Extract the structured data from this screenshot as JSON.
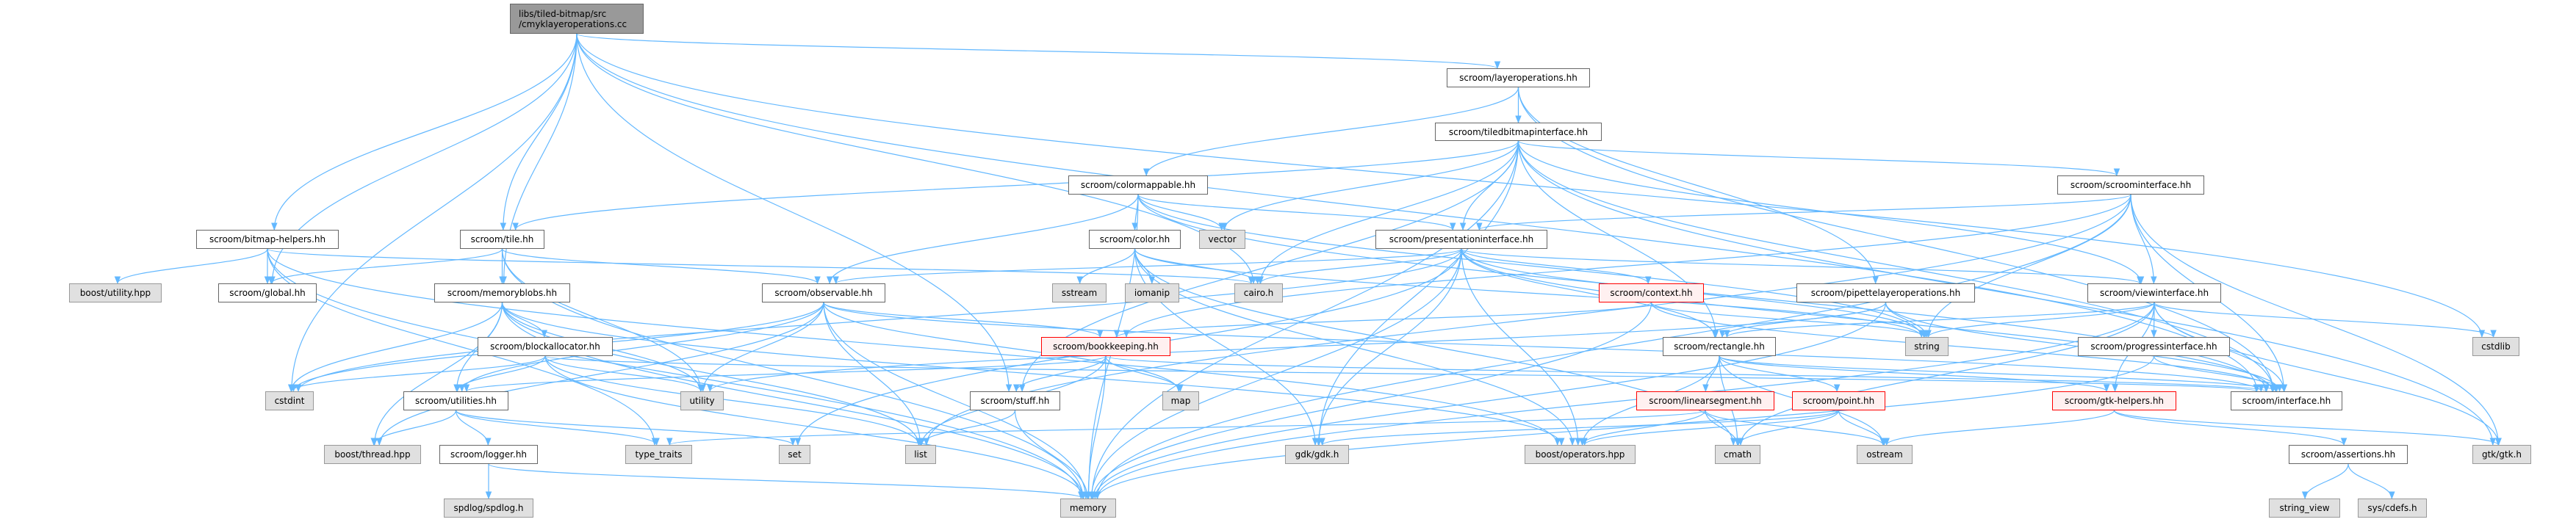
{
  "graph": {
    "edge_color": "#63b8ff",
    "nodes": [
      {
        "id": "root",
        "label": "libs/tiled-bitmap/src\n/cmyklayeroperations.cc",
        "kind": "root"
      },
      {
        "id": "bitmap_helpers",
        "label": "scroom/bitmap-helpers.hh",
        "kind": "normal"
      },
      {
        "id": "tile",
        "label": "scroom/tile.hh",
        "kind": "normal"
      },
      {
        "id": "boost_utility",
        "label": "boost/utility.hpp",
        "kind": "sys"
      },
      {
        "id": "global",
        "label": "scroom/global.hh",
        "kind": "normal"
      },
      {
        "id": "memoryblobs",
        "label": "scroom/memoryblobs.hh",
        "kind": "normal"
      },
      {
        "id": "observable",
        "label": "scroom/observable.hh",
        "kind": "normal"
      },
      {
        "id": "blockallocator",
        "label": "scroom/blockallocator.hh",
        "kind": "normal"
      },
      {
        "id": "cstdint",
        "label": "cstdint",
        "kind": "sys"
      },
      {
        "id": "utilities",
        "label": "scroom/utilities.hh",
        "kind": "normal"
      },
      {
        "id": "utility",
        "label": "utility",
        "kind": "sys"
      },
      {
        "id": "boost_thread",
        "label": "boost/thread.hpp",
        "kind": "sys"
      },
      {
        "id": "logger",
        "label": "scroom/logger.hh",
        "kind": "normal"
      },
      {
        "id": "type_traits",
        "label": "type_traits",
        "kind": "sys"
      },
      {
        "id": "set",
        "label": "set",
        "kind": "sys"
      },
      {
        "id": "spdlog",
        "label": "spdlog/spdlog.h",
        "kind": "sys"
      },
      {
        "id": "layeroperations",
        "label": "scroom/layeroperations.hh",
        "kind": "normal"
      },
      {
        "id": "tiledbitmapinterface",
        "label": "scroom/tiledbitmapinterface.hh",
        "kind": "normal"
      },
      {
        "id": "colormappable",
        "label": "scroom/colormappable.hh",
        "kind": "normal"
      },
      {
        "id": "color",
        "label": "scroom/color.hh",
        "kind": "normal"
      },
      {
        "id": "vector",
        "label": "vector",
        "kind": "sys"
      },
      {
        "id": "presentationinterface",
        "label": "scroom/presentationinterface.hh",
        "kind": "normal"
      },
      {
        "id": "sstream",
        "label": "sstream",
        "kind": "sys"
      },
      {
        "id": "iomanip",
        "label": "iomanip",
        "kind": "sys"
      },
      {
        "id": "cairo",
        "label": "cairo.h",
        "kind": "sys"
      },
      {
        "id": "context",
        "label": "scroom/context.hh",
        "kind": "red"
      },
      {
        "id": "bookkeeping",
        "label": "scroom/bookkeeping.hh",
        "kind": "red"
      },
      {
        "id": "rectangle",
        "label": "scroom/rectangle.hh",
        "kind": "normal"
      },
      {
        "id": "stuff",
        "label": "scroom/stuff.hh",
        "kind": "normal"
      },
      {
        "id": "map",
        "label": "map",
        "kind": "sys"
      },
      {
        "id": "linearsegment",
        "label": "scroom/linearsegment.hh",
        "kind": "red"
      },
      {
        "id": "list",
        "label": "list",
        "kind": "sys"
      },
      {
        "id": "gdk",
        "label": "gdk/gdk.h",
        "kind": "sys"
      },
      {
        "id": "boost_operators",
        "label": "boost/operators.hpp",
        "kind": "sys"
      },
      {
        "id": "cmath",
        "label": "cmath",
        "kind": "sys"
      },
      {
        "id": "memory",
        "label": "memory",
        "kind": "sys"
      },
      {
        "id": "scroominterface",
        "label": "scroom/scroominterface.hh",
        "kind": "normal"
      },
      {
        "id": "pipettelayeroperations",
        "label": "scroom/pipettelayeroperations.hh",
        "kind": "normal"
      },
      {
        "id": "viewinterface",
        "label": "scroom/viewinterface.hh",
        "kind": "normal"
      },
      {
        "id": "string",
        "label": "string",
        "kind": "sys"
      },
      {
        "id": "progressinterface",
        "label": "scroom/progressinterface.hh",
        "kind": "normal"
      },
      {
        "id": "cstdlib",
        "label": "cstdlib",
        "kind": "sys"
      },
      {
        "id": "point",
        "label": "scroom/point.hh",
        "kind": "red"
      },
      {
        "id": "gtk_helpers",
        "label": "scroom/gtk-helpers.hh",
        "kind": "red"
      },
      {
        "id": "interface",
        "label": "scroom/interface.hh",
        "kind": "normal"
      },
      {
        "id": "ostream",
        "label": "ostream",
        "kind": "sys"
      },
      {
        "id": "assertions",
        "label": "scroom/assertions.hh",
        "kind": "normal"
      },
      {
        "id": "gtk",
        "label": "gtk/gtk.h",
        "kind": "sys"
      },
      {
        "id": "string_view",
        "label": "string_view",
        "kind": "sys"
      },
      {
        "id": "sys_cdefs",
        "label": "sys/cdefs.h",
        "kind": "sys"
      }
    ],
    "edges": [
      [
        "root",
        "bitmap_helpers"
      ],
      [
        "root",
        "tile"
      ],
      [
        "root",
        "memoryblobs"
      ],
      [
        "root",
        "global"
      ],
      [
        "root",
        "cstdint"
      ],
      [
        "root",
        "layeroperations"
      ],
      [
        "root",
        "stuff"
      ],
      [
        "root",
        "cairo"
      ],
      [
        "root",
        "cstdlib"
      ],
      [
        "root",
        "interface"
      ],
      [
        "bitmap_helpers",
        "boost_utility"
      ],
      [
        "bitmap_helpers",
        "global"
      ],
      [
        "bitmap_helpers",
        "cairo"
      ],
      [
        "bitmap_helpers",
        "memory"
      ],
      [
        "bitmap_helpers",
        "type_traits"
      ],
      [
        "bitmap_helpers",
        "boost_operators"
      ],
      [
        "tile",
        "global"
      ],
      [
        "tile",
        "memoryblobs"
      ],
      [
        "tile",
        "utility"
      ],
      [
        "tile",
        "memory"
      ],
      [
        "tile",
        "observable"
      ],
      [
        "memoryblobs",
        "blockallocator"
      ],
      [
        "memoryblobs",
        "utilities"
      ],
      [
        "memoryblobs",
        "cstdint"
      ],
      [
        "memoryblobs",
        "utility"
      ],
      [
        "memoryblobs",
        "boost_thread"
      ],
      [
        "memoryblobs",
        "memory"
      ],
      [
        "memoryblobs",
        "list"
      ],
      [
        "memoryblobs",
        "boost_operators"
      ],
      [
        "blockallocator",
        "cstdint"
      ],
      [
        "blockallocator",
        "utility"
      ],
      [
        "blockallocator",
        "utilities"
      ],
      [
        "blockallocator",
        "interface"
      ],
      [
        "blockallocator",
        "list"
      ],
      [
        "blockallocator",
        "memory"
      ],
      [
        "utilities",
        "boost_thread"
      ],
      [
        "utilities",
        "logger"
      ],
      [
        "utilities",
        "set"
      ],
      [
        "utilities",
        "type_traits"
      ],
      [
        "logger",
        "spdlog"
      ],
      [
        "logger",
        "memory"
      ],
      [
        "observable",
        "bookkeeping"
      ],
      [
        "observable",
        "utilities"
      ],
      [
        "observable",
        "utility"
      ],
      [
        "observable",
        "boost_thread"
      ],
      [
        "observable",
        "list"
      ],
      [
        "observable",
        "memory"
      ],
      [
        "observable",
        "map"
      ],
      [
        "observable",
        "cstdint"
      ],
      [
        "observable",
        "interface"
      ],
      [
        "bookkeeping",
        "stuff"
      ],
      [
        "bookkeeping",
        "map"
      ],
      [
        "bookkeeping",
        "list"
      ],
      [
        "bookkeeping",
        "memory"
      ],
      [
        "bookkeeping",
        "utilities"
      ],
      [
        "bookkeeping",
        "interface"
      ],
      [
        "stuff",
        "list"
      ],
      [
        "stuff",
        "memory"
      ],
      [
        "layeroperations",
        "colormappable"
      ],
      [
        "layeroperations",
        "tiledbitmapinterface"
      ],
      [
        "layeroperations",
        "pipettelayeroperations"
      ],
      [
        "layeroperations",
        "interface"
      ],
      [
        "tiledbitmapinterface",
        "tile"
      ],
      [
        "tiledbitmapinterface",
        "presentationinterface"
      ],
      [
        "tiledbitmapinterface",
        "scroominterface"
      ],
      [
        "tiledbitmapinterface",
        "viewinterface"
      ],
      [
        "tiledbitmapinterface",
        "rectangle"
      ],
      [
        "tiledbitmapinterface",
        "stuff"
      ],
      [
        "tiledbitmapinterface",
        "vector"
      ],
      [
        "tiledbitmapinterface",
        "cairo"
      ],
      [
        "tiledbitmapinterface",
        "gdk"
      ],
      [
        "tiledbitmapinterface",
        "memory"
      ],
      [
        "tiledbitmapinterface",
        "gtk"
      ],
      [
        "tiledbitmapinterface",
        "interface"
      ],
      [
        "colormappable",
        "color"
      ],
      [
        "colormappable",
        "vector"
      ],
      [
        "colormappable",
        "presentationinterface"
      ],
      [
        "colormappable",
        "observable"
      ],
      [
        "colormappable",
        "memory"
      ],
      [
        "colormappable",
        "string"
      ],
      [
        "colormappable",
        "interface"
      ],
      [
        "color",
        "sstream"
      ],
      [
        "color",
        "iomanip"
      ],
      [
        "color",
        "cairo"
      ],
      [
        "color",
        "gdk"
      ],
      [
        "color",
        "cmath"
      ],
      [
        "color",
        "boost_operators"
      ],
      [
        "color",
        "string"
      ],
      [
        "presentationinterface",
        "context"
      ],
      [
        "presentationinterface",
        "rectangle"
      ],
      [
        "presentationinterface",
        "viewinterface"
      ],
      [
        "presentationinterface",
        "observable"
      ],
      [
        "presentationinterface",
        "cairo"
      ],
      [
        "presentationinterface",
        "gdk"
      ],
      [
        "presentationinterface",
        "memory"
      ],
      [
        "presentationinterface",
        "set"
      ],
      [
        "presentationinterface",
        "string"
      ],
      [
        "presentationinterface",
        "interface"
      ],
      [
        "presentationinterface",
        "boost_operators"
      ],
      [
        "presentationinterface",
        "cstdint"
      ],
      [
        "context",
        "bookkeeping"
      ],
      [
        "context",
        "memory"
      ],
      [
        "context",
        "string"
      ],
      [
        "context",
        "interface"
      ],
      [
        "rectangle",
        "linearsegment"
      ],
      [
        "rectangle",
        "point"
      ],
      [
        "rectangle",
        "gtk_helpers"
      ],
      [
        "rectangle",
        "boost_operators"
      ],
      [
        "rectangle",
        "ostream"
      ],
      [
        "rectangle",
        "cmath"
      ],
      [
        "rectangle",
        "interface"
      ],
      [
        "linearsegment",
        "cmath"
      ],
      [
        "linearsegment",
        "ostream"
      ],
      [
        "linearsegment",
        "boost_operators"
      ],
      [
        "linearsegment",
        "type_traits"
      ],
      [
        "point",
        "cmath"
      ],
      [
        "point",
        "ostream"
      ],
      [
        "point",
        "boost_operators"
      ],
      [
        "point",
        "gdk"
      ],
      [
        "scroominterface",
        "viewinterface"
      ],
      [
        "scroominterface",
        "presentationinterface"
      ],
      [
        "scroominterface",
        "interface"
      ],
      [
        "scroominterface",
        "string"
      ],
      [
        "scroominterface",
        "list"
      ],
      [
        "scroominterface",
        "gtk"
      ],
      [
        "scroominterface",
        "memory"
      ],
      [
        "scroominterface",
        "bookkeeping"
      ],
      [
        "pipettelayeroperations",
        "rectangle"
      ],
      [
        "pipettelayeroperations",
        "string"
      ],
      [
        "pipettelayeroperations",
        "interface"
      ],
      [
        "pipettelayeroperations",
        "memory"
      ],
      [
        "pipettelayeroperations",
        "utility"
      ],
      [
        "viewinterface",
        "rectangle"
      ],
      [
        "viewinterface",
        "string"
      ],
      [
        "viewinterface",
        "progressinterface"
      ],
      [
        "viewinterface",
        "cstdlib"
      ],
      [
        "viewinterface",
        "interface"
      ],
      [
        "viewinterface",
        "gtk_helpers"
      ],
      [
        "viewinterface",
        "gtk"
      ],
      [
        "viewinterface",
        "cmath"
      ],
      [
        "viewinterface",
        "memory"
      ],
      [
        "progressinterface",
        "interface"
      ],
      [
        "progressinterface",
        "memory"
      ],
      [
        "gtk_helpers",
        "assertions"
      ],
      [
        "gtk_helpers",
        "gtk"
      ],
      [
        "gtk_helpers",
        "ostream"
      ],
      [
        "assertions",
        "string_view"
      ],
      [
        "assertions",
        "sys_cdefs"
      ]
    ]
  }
}
